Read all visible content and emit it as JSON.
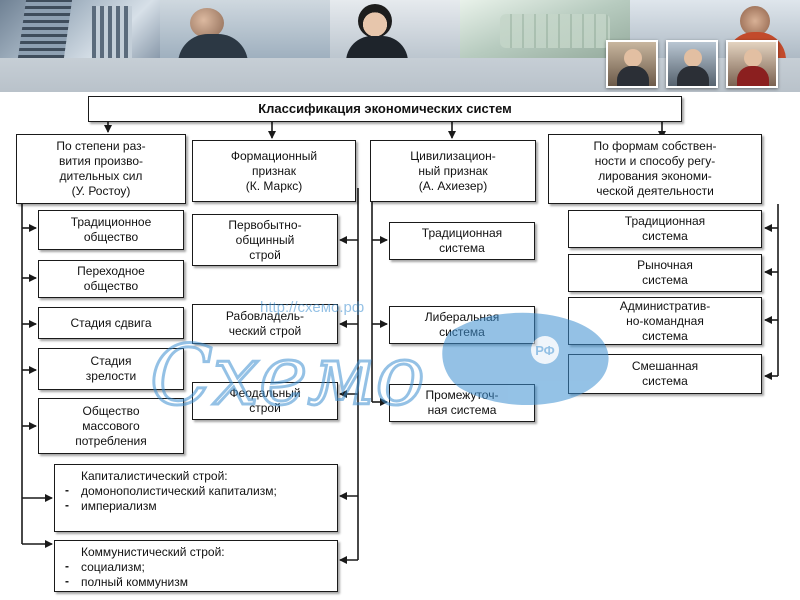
{
  "watermark": {
    "url": "http://схемо.рф",
    "word": "Схемо",
    "badge": "РФ"
  },
  "diagram": {
    "title": "Классификация экономических систем",
    "columns": [
      {
        "header": "По степени раз-\nвития произво-\nдительных сил\n(У. Ростоу)",
        "items": [
          "Традиционное\nобщество",
          "Переходное\nобщество",
          "Стадия сдвига",
          "Стадия\nзрелости",
          "Общество\nмассового\nпотребления"
        ]
      },
      {
        "header": "Формационный\nпризнак\n(К. Маркс)",
        "items": [
          "Первобытно-\nобщинный\nстрой",
          "Рабовладель-\nческий строй",
          "Феодальный\nстрой"
        ],
        "lists": [
          {
            "heading": "Капиталистический строй:",
            "points": [
              "домонополистический капитализм;",
              "империализм"
            ]
          },
          {
            "heading": "Коммунистический строй:",
            "points": [
              "социализм;",
              "полный коммунизм"
            ]
          }
        ]
      },
      {
        "header": "Цивилизацион-\nный признак\n(А. Ахиезер)",
        "items": [
          "Традиционная\nсистема",
          "Либеральная\nсистема",
          "Промежуточ-\nная система"
        ]
      },
      {
        "header": "По формам собствен-\nности и способу регу-\nлирования экономи-\nческой деятельности",
        "items": [
          "Традиционная\nсистема",
          "Рыночная\nсистема",
          "Административ-\nно-командная\nсистема",
          "Смешанная\nсистема"
        ]
      }
    ]
  }
}
